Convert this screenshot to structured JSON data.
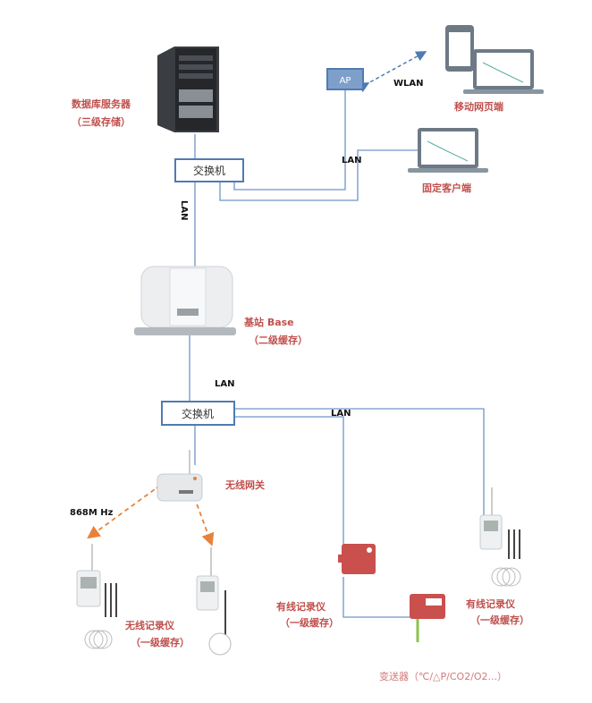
{
  "nodes": {
    "db_server": {
      "label": "数据库服务器",
      "sublabel": "（三级存储）"
    },
    "ap": {
      "label": "AP"
    },
    "mobile_web": {
      "label": "移动网页端"
    },
    "fixed_client": {
      "label": "固定客户端"
    },
    "switch_top": {
      "label": "交换机"
    },
    "base_station": {
      "label": "基站 Base",
      "sublabel": "（二级缓存）"
    },
    "switch_bottom": {
      "label": "交换机"
    },
    "wireless_gateway": {
      "label": "无线网关"
    },
    "wireless_logger": {
      "label": "无线记录仪",
      "sublabel": "（一级缓存）"
    },
    "wired_logger_mid": {
      "label": "有线记录仪",
      "sublabel": "（一级缓存）"
    },
    "wired_logger_right": {
      "label": "有线记录仪",
      "sublabel": "（一级缓存）"
    },
    "transmitter": {
      "label": "变送器（℃/△P/CO2/O2...）"
    }
  },
  "links": {
    "wlan": "WLAN",
    "lan_ap": "LAN",
    "lan_vertical": "LAN",
    "lan_base": "LAN",
    "lan_switch2": "LAN",
    "radio": "868M Hz"
  },
  "colors": {
    "label_red": "#c0504d",
    "line_blue": "#6f95c9",
    "radio_orange": "#e8823a",
    "ap_fill": "#7f9fcb",
    "device_red": "#c9504c"
  }
}
